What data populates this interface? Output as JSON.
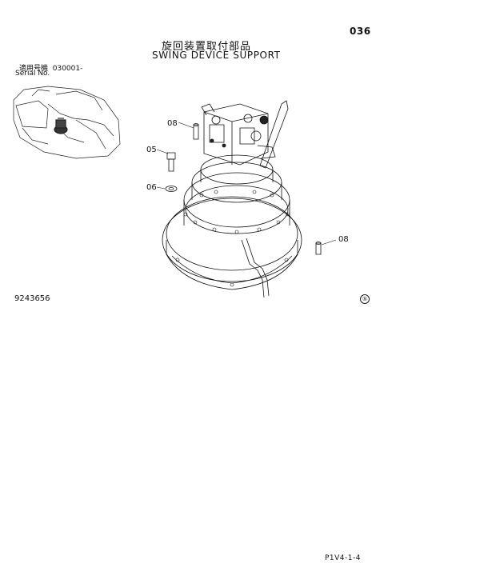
{
  "header": {
    "page_number": "036",
    "title_jp": "旋回装置取付部品",
    "title_en": "SWING DEVICE SUPPORT"
  },
  "serial": {
    "label_jp": "適用号機",
    "range": "030001-",
    "label_en": "Serial No."
  },
  "callouts": [
    "08",
    "05",
    "06",
    "08"
  ],
  "drawing_number": "9243656",
  "revision_mark": "⑤",
  "footer_code": "P1V4-1-4",
  "colors": {
    "ink": "#111111",
    "paper": "#ffffff"
  }
}
